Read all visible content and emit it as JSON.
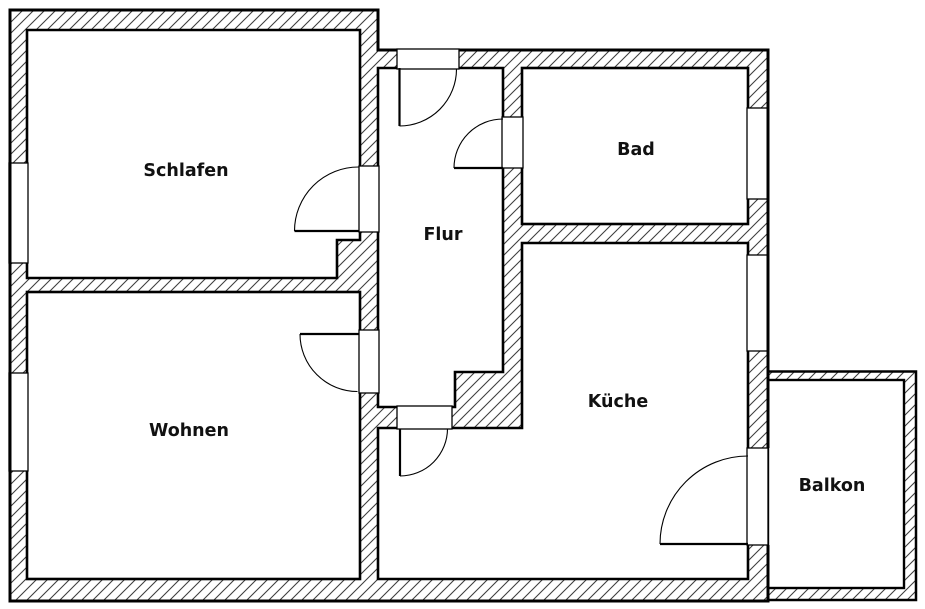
{
  "floorplan": {
    "rooms": [
      {
        "id": "schlafen",
        "label": "Schlafen"
      },
      {
        "id": "wohnen",
        "label": "Wohnen"
      },
      {
        "id": "flur",
        "label": "Flur"
      },
      {
        "id": "bad",
        "label": "Bad"
      },
      {
        "id": "kueche",
        "label": "Küche"
      },
      {
        "id": "balkon",
        "label": "Balkon"
      }
    ],
    "colors": {
      "background": "#ffffff",
      "wall_line": "#000000",
      "hatch_line": "#3d3d3d",
      "room_fill": "#ffffff",
      "label_text": "#111111"
    }
  }
}
